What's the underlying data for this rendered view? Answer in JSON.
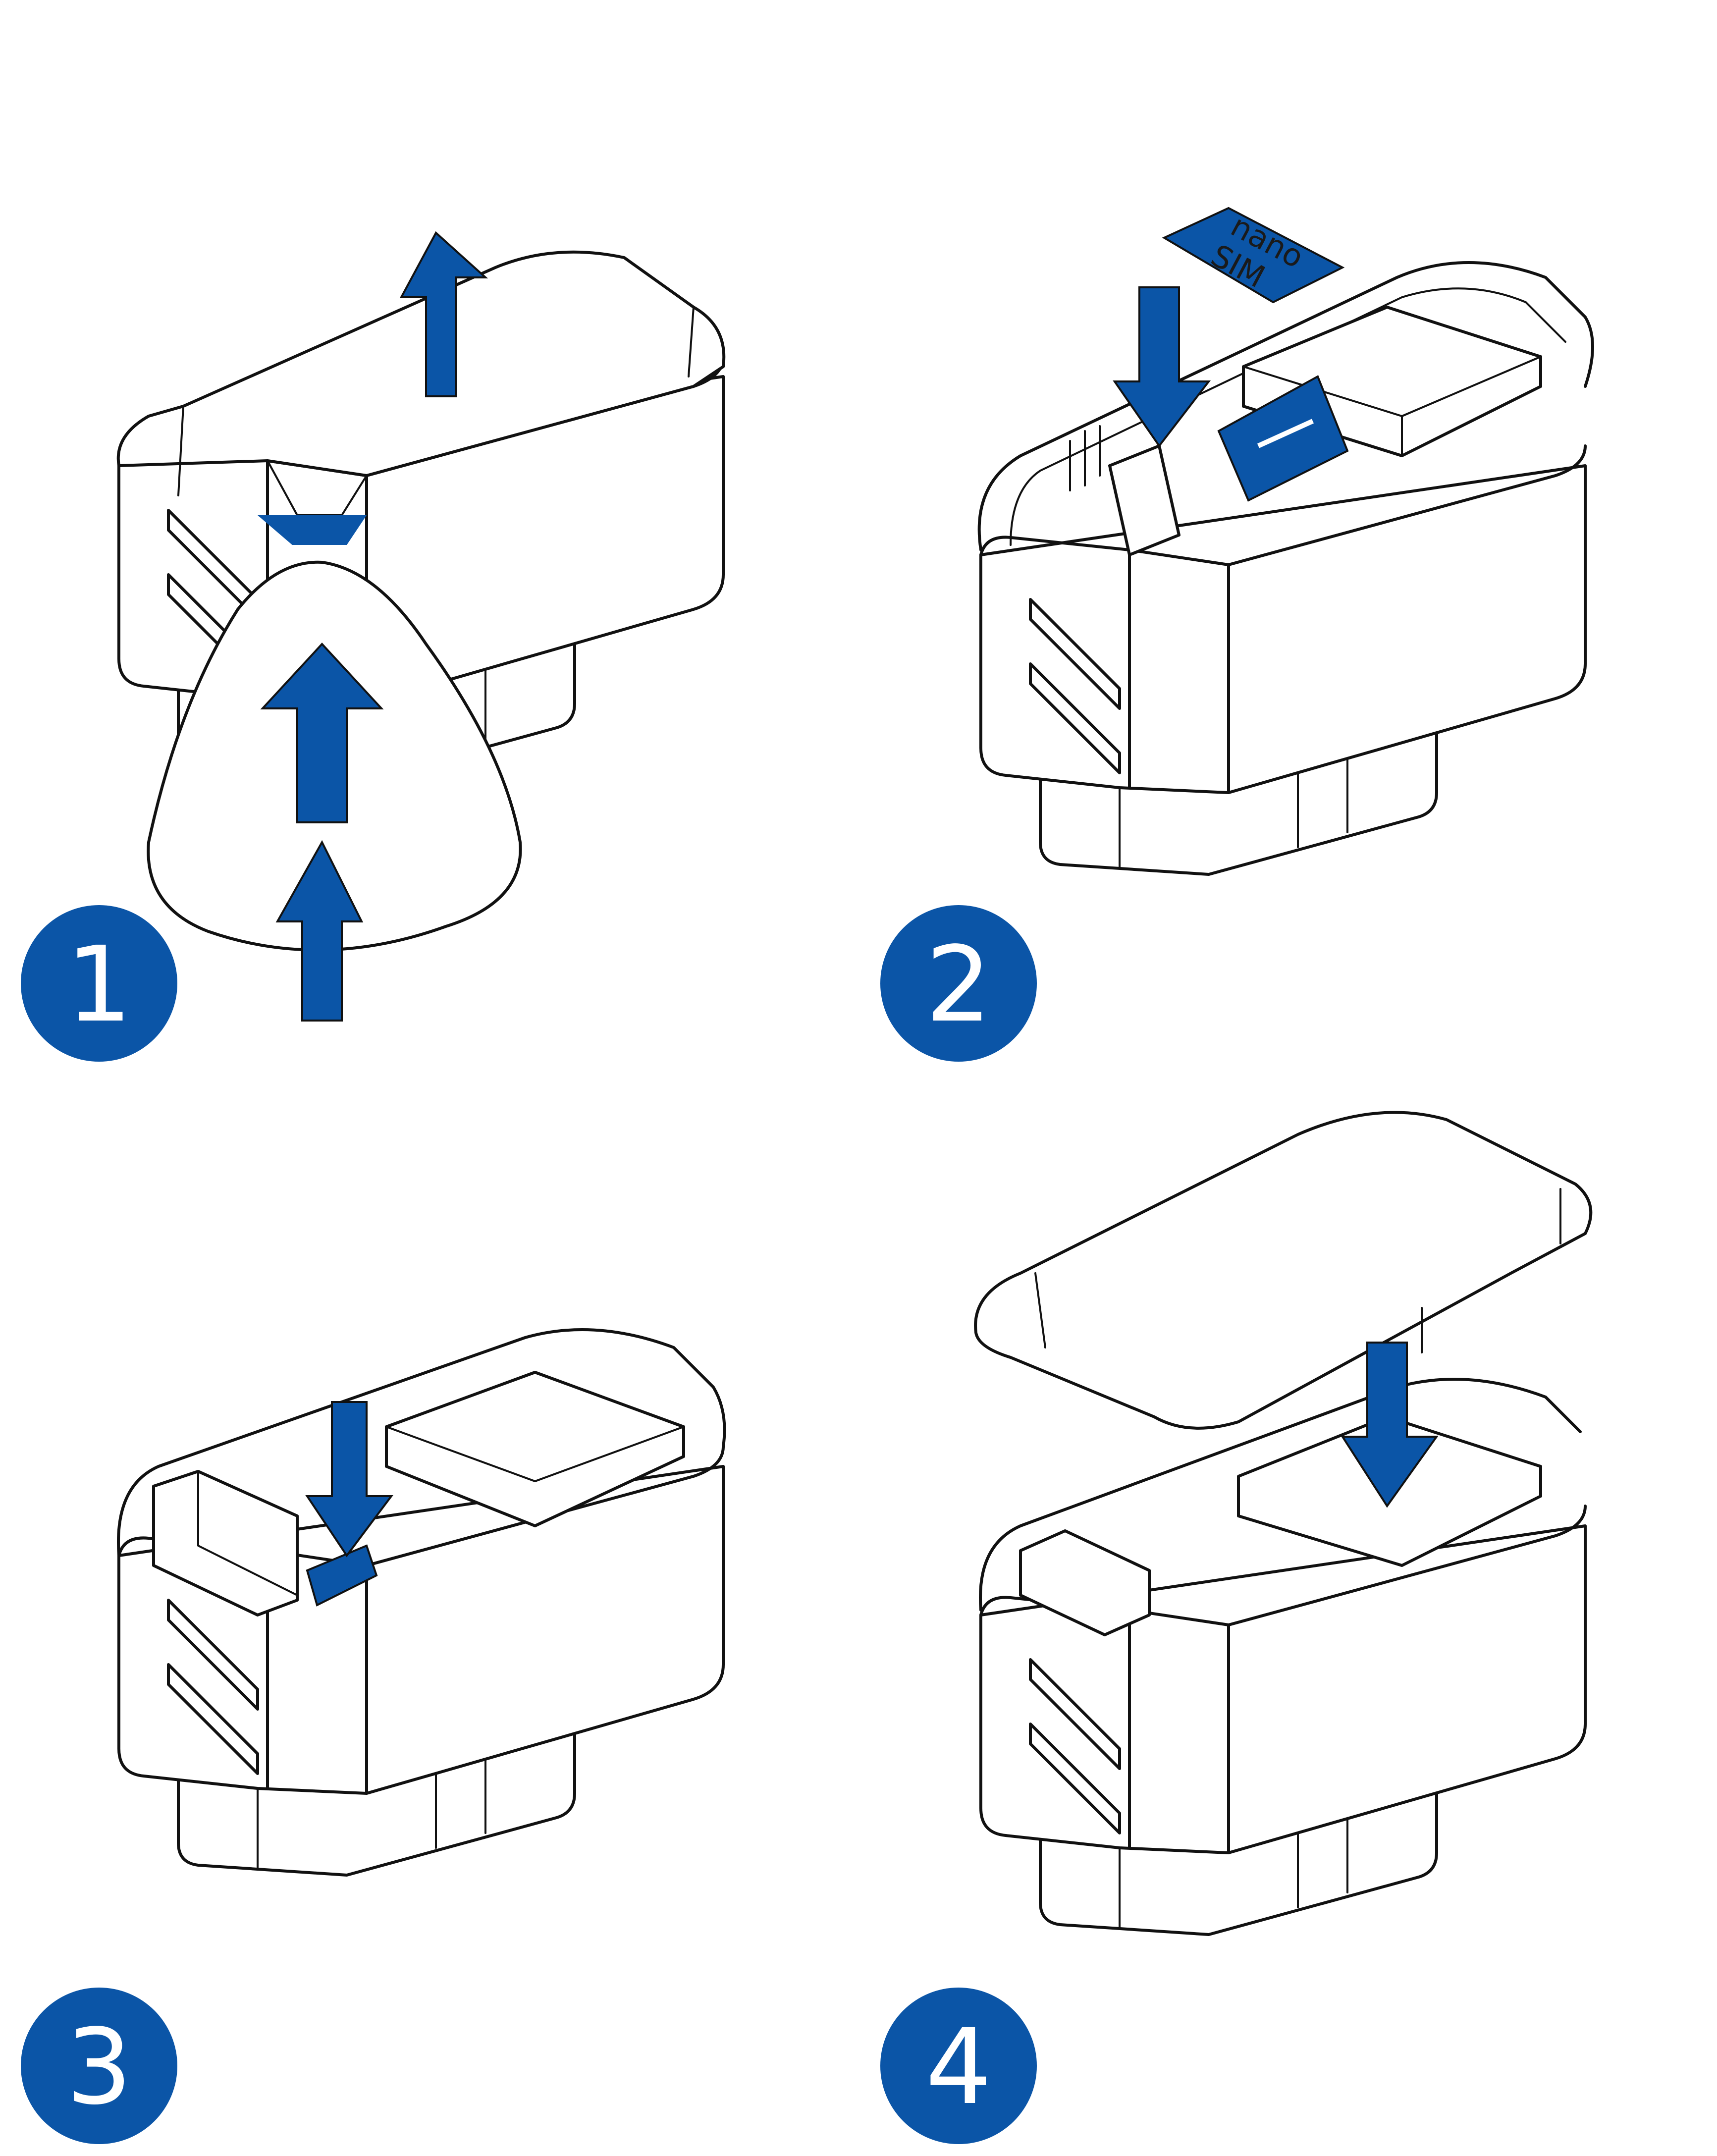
{
  "colors": {
    "accent": "#0b55a7",
    "line": "#111111",
    "background": "#ffffff"
  },
  "steps": [
    {
      "number": "1",
      "action": "open-lid-with-pry-tool"
    },
    {
      "number": "2",
      "action": "insert-nano-sim"
    },
    {
      "number": "3",
      "action": "connect-battery"
    },
    {
      "number": "4",
      "action": "close-lid"
    }
  ],
  "sim_card": {
    "line1": "nano",
    "line2": "SIM"
  }
}
